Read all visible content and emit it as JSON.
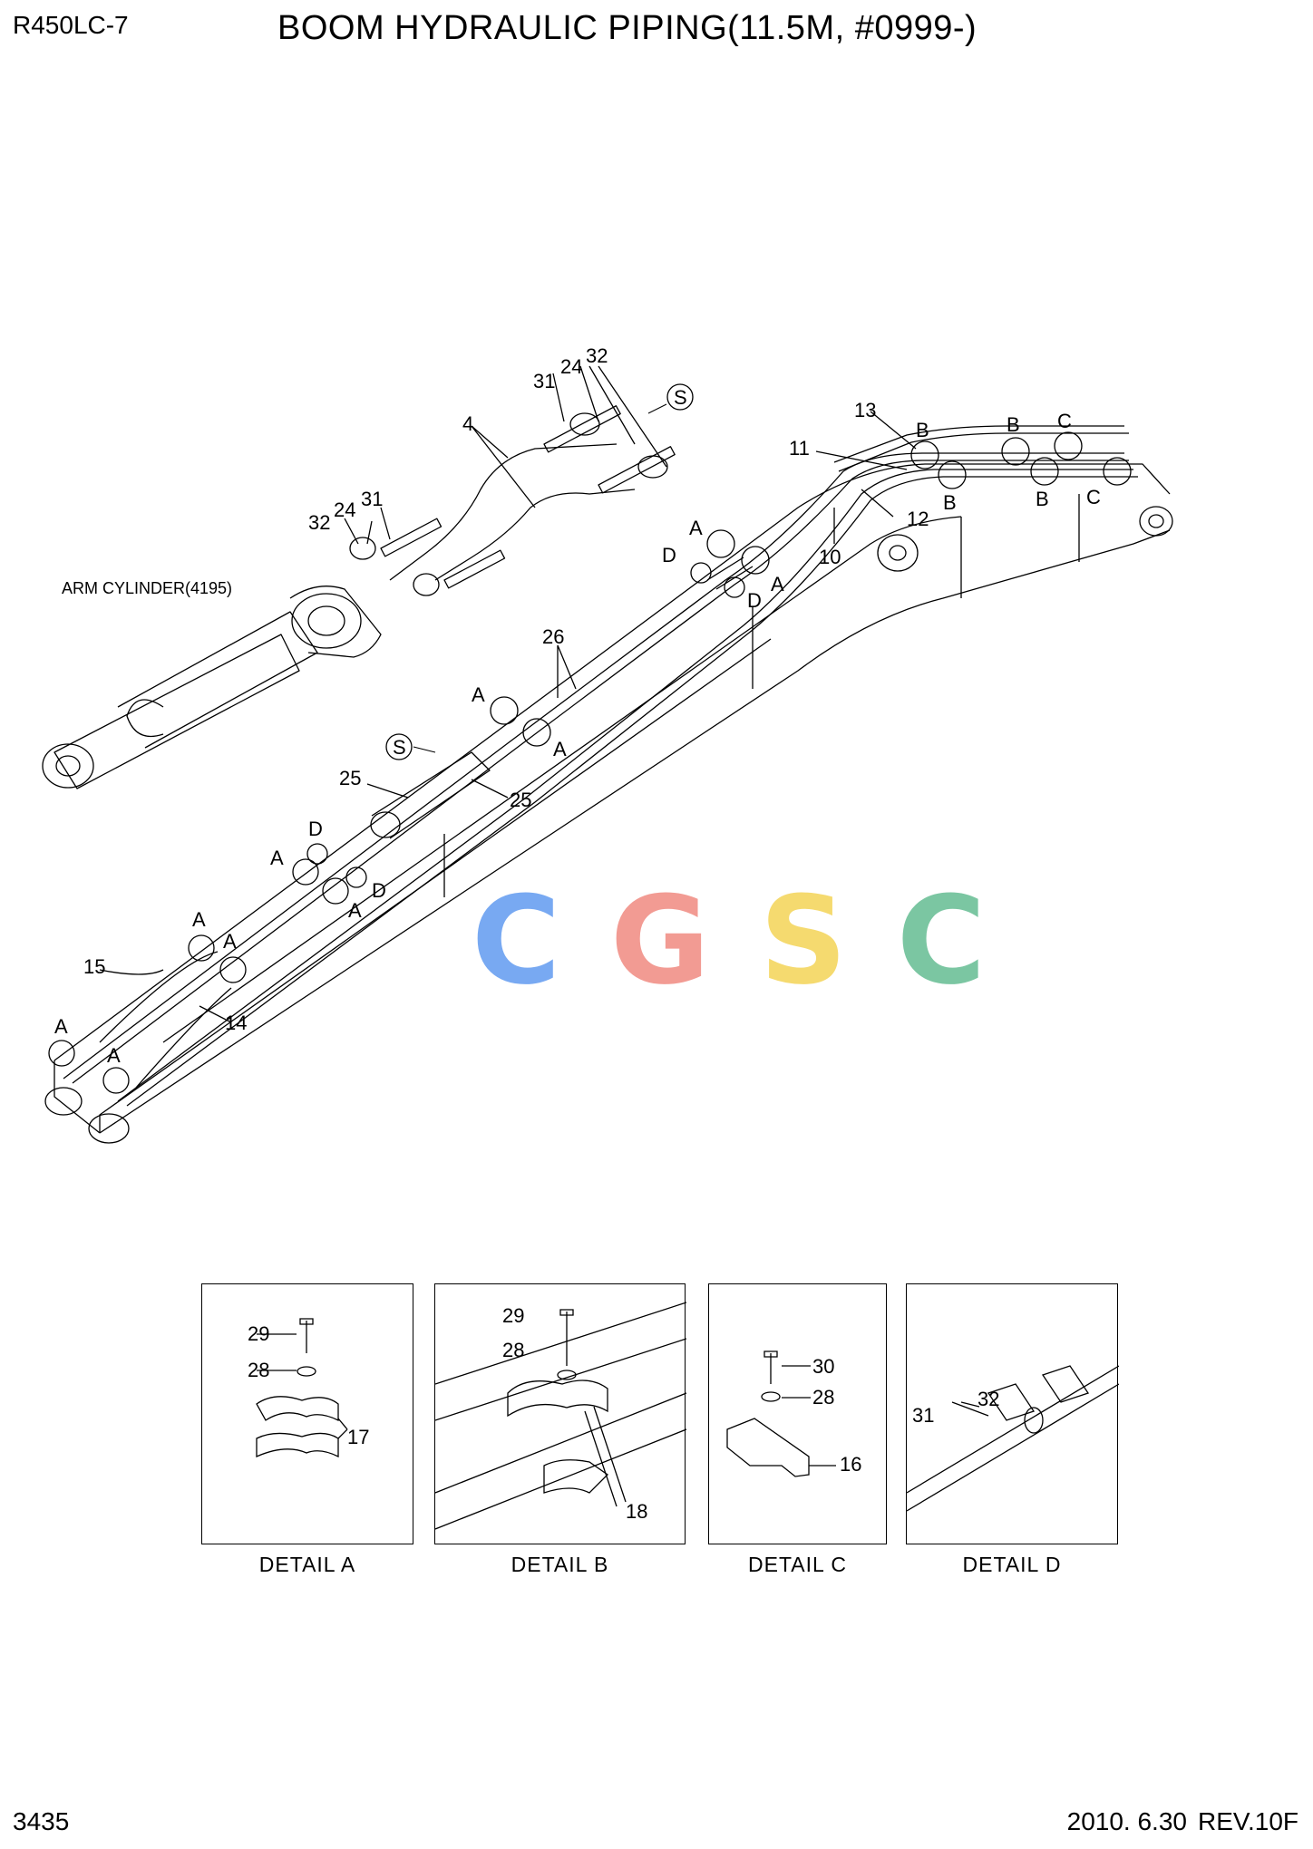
{
  "header": {
    "model": "R450LC-7",
    "title": "BOOM HYDRAULIC PIPING(11.5M, #0999-)"
  },
  "diagram": {
    "arm_cylinder_label": "ARM CYLINDER(4195)",
    "callouts": {
      "p4": "4",
      "p10": "10",
      "p11": "11",
      "p12": "12",
      "p13": "13",
      "p14": "14",
      "p15": "15",
      "p24a": "24",
      "p24b": "24",
      "p25a": "25",
      "p25b": "25",
      "p26": "26",
      "p31a": "31",
      "p31b": "31",
      "p32a": "32",
      "p32b": "32"
    },
    "section_marker": "S",
    "detail_letters": {
      "a": "A",
      "b": "B",
      "c": "C",
      "d": "D"
    }
  },
  "details": [
    {
      "caption": "DETAIL  A",
      "parts": [
        "29",
        "28",
        "17"
      ]
    },
    {
      "caption": "DETAIL  B",
      "parts": [
        "29",
        "28",
        "18"
      ]
    },
    {
      "caption": "DETAIL  C",
      "parts": [
        "30",
        "28",
        "16"
      ]
    },
    {
      "caption": "DETAIL  D",
      "parts": [
        "31",
        "32"
      ]
    }
  ],
  "watermark": {
    "letters": [
      "C",
      "G",
      "S",
      "C"
    ],
    "colors": [
      "#78a9f2",
      "#f29b93",
      "#f5da6f",
      "#7bc6a2"
    ]
  },
  "footer": {
    "page": "3435",
    "date": "2010. 6.30",
    "revision": "REV.10F"
  }
}
